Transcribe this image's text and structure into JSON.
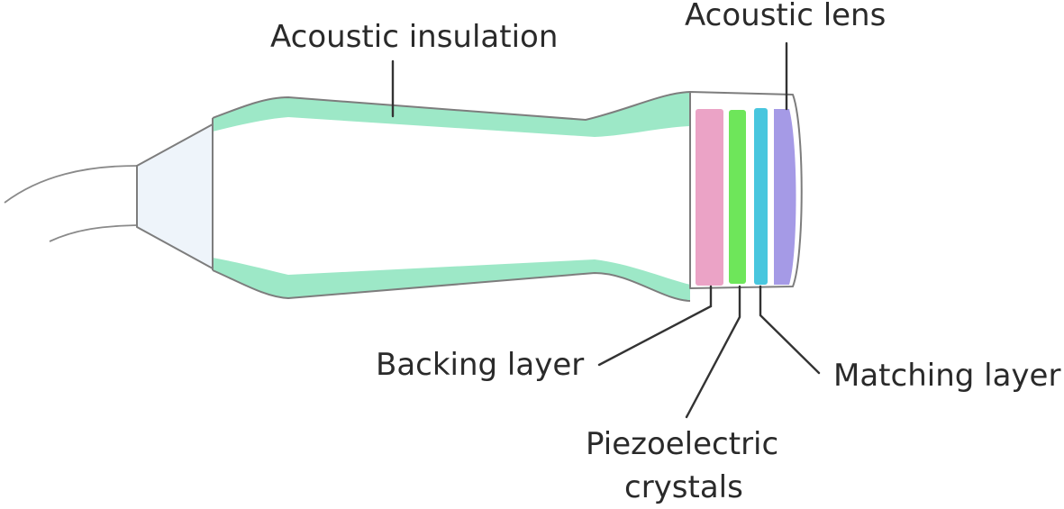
{
  "labels": {
    "acoustic_insulation": "Acoustic insulation",
    "acoustic_lens": "Acoustic lens",
    "backing_layer": "Backing layer",
    "matching_layer": "Matching layer",
    "piezoelectric_line1": "Piezoelectric",
    "piezoelectric_line2": "crystals"
  },
  "colors": {
    "insulation": "#9de8c7",
    "neck": "#eef4fa",
    "backing_layer": "#eba3c6",
    "piezoelectric_crystals": "#6ee65a",
    "matching_layer": "#48c6de",
    "acoustic_lens": "#a59ae6"
  }
}
